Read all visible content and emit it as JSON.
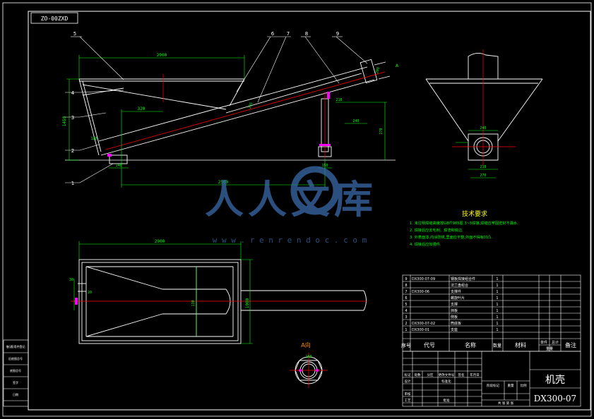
{
  "drawing": {
    "code_box": "ZO-00ZXD",
    "title": "机壳",
    "number": "DX300-07",
    "watermark_text": "人人文库",
    "watermark_url": "w w w . r e n r e n d o c . c o m",
    "view_label": "A向",
    "colors": {
      "background": "#000000",
      "outline": "#ffffff",
      "dimension": "#00ff00",
      "centerline": "#ff0000",
      "hatch": "#ff00ff",
      "note_title": "#ffff00",
      "accent": "#ff8800",
      "watermark": "#3a6aa8"
    }
  },
  "leaders": [
    "1",
    "2",
    "3",
    "4",
    "5",
    "6",
    "7",
    "8",
    "9"
  ],
  "dimensions": {
    "top_length": "2900",
    "bottom_length": "2500",
    "pos_320": "320",
    "height_1450": "1450",
    "dim_140": "140",
    "dim_150": "150",
    "dim_240": "240",
    "dim_270": "270",
    "dim_200": "200",
    "dim_120": "120",
    "dim_235": "235",
    "dim_218": "218",
    "plan_length": "2900",
    "plan_width": "1000",
    "dim_30": "30",
    "dim_20": "20",
    "dim_130": "130",
    "dim_160": "160"
  },
  "notes": {
    "title": "技术要求",
    "items": [
      "1. 未注明焊缝高度按GB/T985图 3~5焊接,焊缝应牢固密封不漏水.",
      "2. 焊接后应去毛刺、焊渣和锐边.",
      "3. 外表面漆,内涂防锈,里面应平整,外面不得有凹凸.",
      "4. 焊接后应加强件."
    ]
  },
  "bom": {
    "header": {
      "seq": "序号",
      "code": "代号",
      "name": "名称",
      "qty": "数量",
      "material": "材料",
      "single": "单件",
      "total": "总计",
      "weight": "重量",
      "remark": "备注"
    },
    "rows": [
      {
        "seq": "9",
        "code": "DX300-07-09",
        "name": "钢板焊接组合件",
        "qty": "1"
      },
      {
        "seq": "8",
        "code": "",
        "name": "法兰盘组合",
        "qty": "1"
      },
      {
        "seq": "7",
        "code": "DX300-06",
        "name": "支撑件",
        "qty": "1"
      },
      {
        "seq": "6",
        "code": "",
        "name": "螺旋叶片",
        "qty": "1"
      },
      {
        "seq": "5",
        "code": "",
        "name": "支撑",
        "qty": "1"
      },
      {
        "seq": "4",
        "code": "",
        "name": "挡板",
        "qty": "1"
      },
      {
        "seq": "3",
        "code": "",
        "name": "侧板",
        "qty": "1"
      },
      {
        "seq": "2",
        "code": "DX300-07-02",
        "name": "筒底板",
        "qty": "1"
      },
      {
        "seq": "1",
        "code": "DX300-01",
        "name": "支座",
        "qty": "1"
      }
    ]
  },
  "title_block": {
    "labels": [
      "标记",
      "处数",
      "分区",
      "更改文件号",
      "签名",
      "年月日"
    ],
    "design": "设计",
    "check": "审核",
    "process": "工艺",
    "approve": "批准",
    "standard": "标准化",
    "stage": "阶段标记",
    "weight": "重量",
    "scale": "比例",
    "sheet": "共 张 第 张"
  },
  "side_stamp": {
    "rows": [
      "借(通)用件登记",
      "旧底图总号",
      "底图总号",
      "签字",
      "日期"
    ]
  }
}
